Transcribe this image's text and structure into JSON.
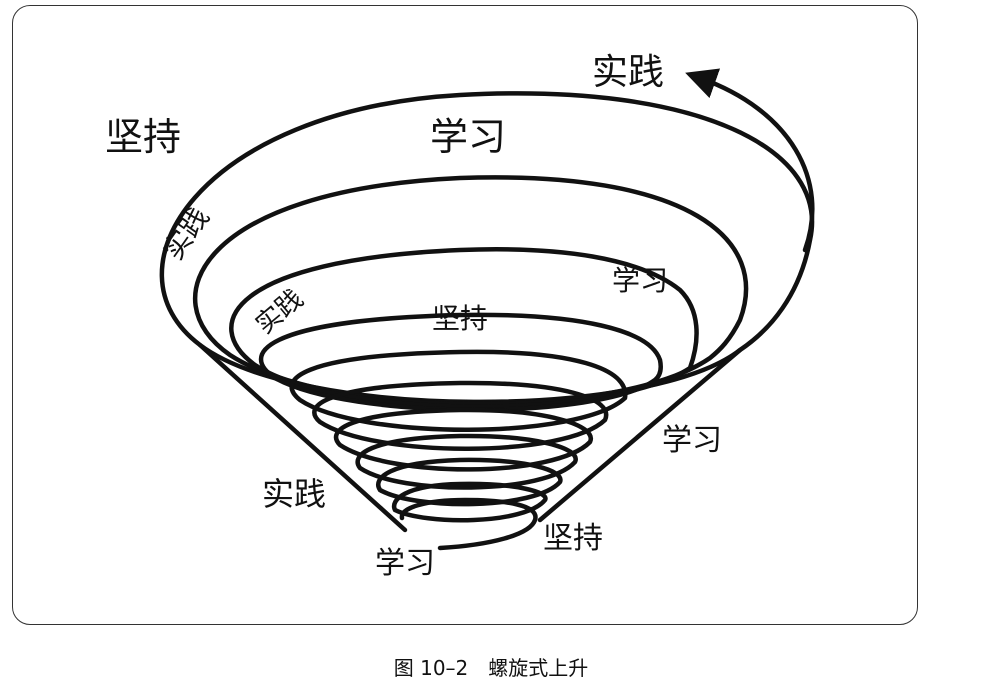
{
  "labels": {
    "top_practice": "实践",
    "top_persist": "坚持",
    "top_study": "学习",
    "ring2_practice": "实践",
    "ring3_practice": "实践",
    "ring3_study": "学习",
    "ring4_persist": "坚持",
    "right_study": "学习",
    "left_practice": "实践",
    "bottom_persist": "坚持",
    "bottom_study": "学习"
  },
  "caption": "图 10–2　螺旋式上升"
}
